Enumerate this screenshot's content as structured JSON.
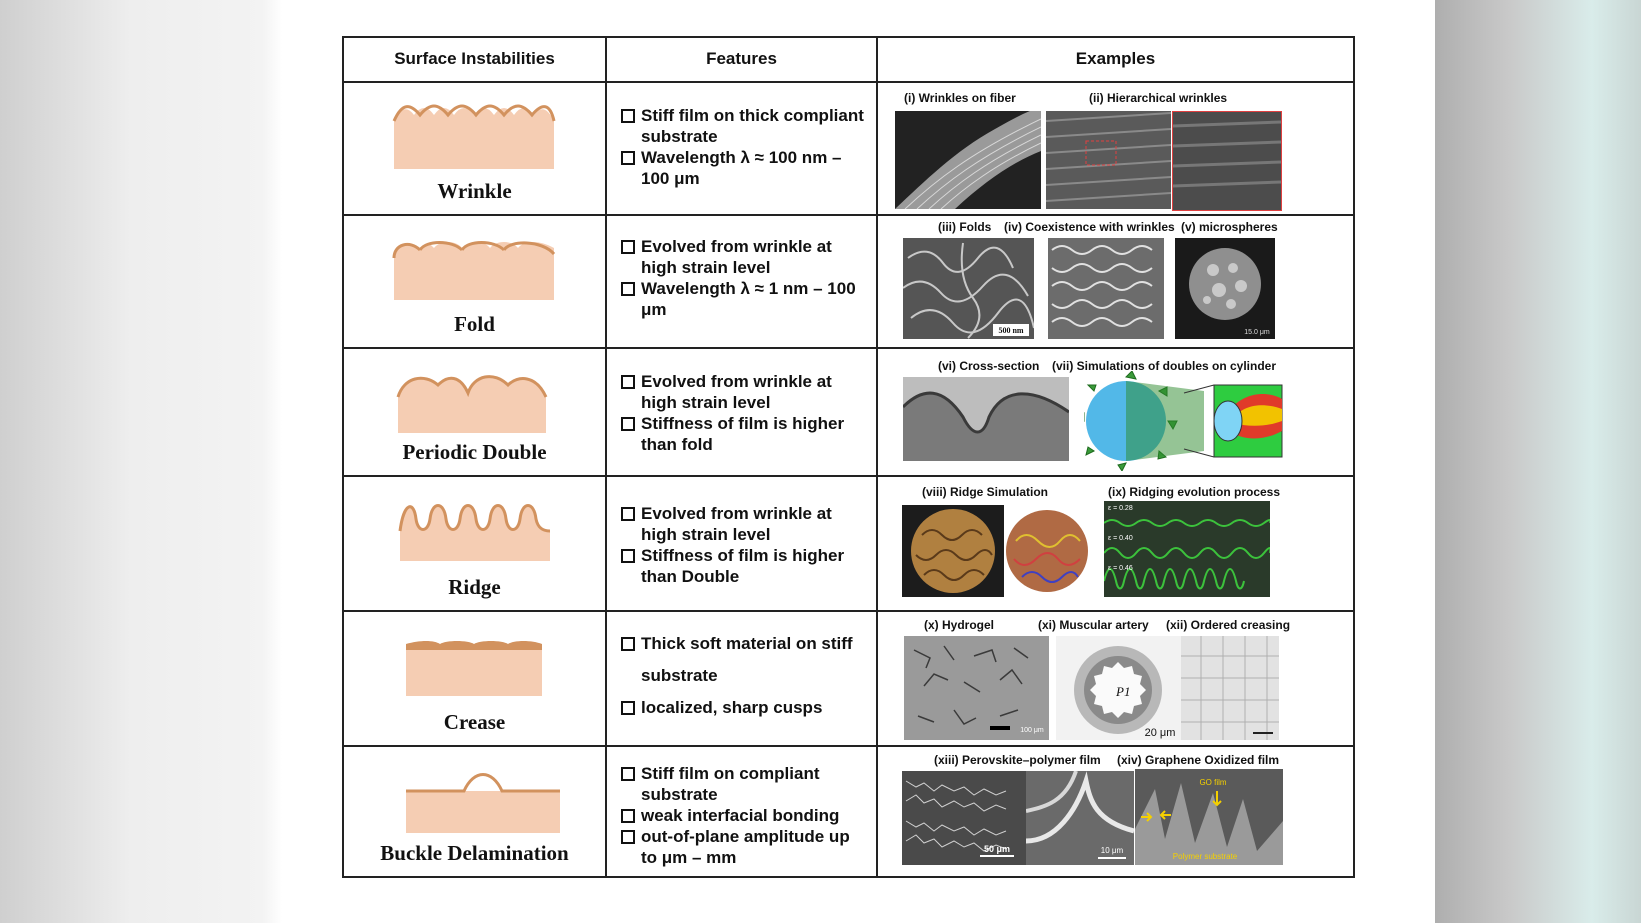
{
  "headers": [
    "Surface Instabilities",
    "Features",
    "Examples"
  ],
  "rows": [
    {
      "name": "Wrinkle",
      "features": [
        "Stiff film on thick compliant substrate",
        "Wavelength λ ≈ 100 nm – 100 μm"
      ],
      "captions": [
        "(i) Wrinkles on fiber",
        "(ii) Hierarchical wrinkles"
      ]
    },
    {
      "name": "Fold",
      "features": [
        "Evolved from wrinkle at high strain level",
        "Wavelength λ ≈ 1 nm – 100 μm"
      ],
      "captions": [
        "(iii) Folds",
        "(iv) Coexistence with wrinkles",
        "(v) microspheres"
      ],
      "scales": [
        "500 nm",
        "15.0 μm"
      ]
    },
    {
      "name": "Periodic Double",
      "features": [
        "Evolved from wrinkle at high strain level",
        "Stiffness of film is higher than fold"
      ],
      "captions": [
        "(vi) Cross-section",
        "(vii) Simulations of doubles on cylinder"
      ]
    },
    {
      "name": "Ridge",
      "features": [
        "Evolved from wrinkle at high strain level",
        "Stiffness of film is higher than Double"
      ],
      "captions": [
        "(viii) Ridge Simulation",
        "(ix) Ridging evolution process"
      ],
      "strains": [
        "ε = 0.28",
        "ε = 0.40",
        "ε = 0.46"
      ]
    },
    {
      "name": "Crease",
      "features": [
        "Thick soft material on stiff substrate",
        "localized, sharp cusps"
      ],
      "captions": [
        "(x) Hydrogel",
        "(xi) Muscular artery",
        "(xii) Ordered creasing"
      ],
      "scales": [
        "100 μm",
        "20 μm"
      ],
      "artery_label": "P1"
    },
    {
      "name": "Buckle Delamination",
      "features": [
        "Stiff film on compliant substrate",
        "weak interfacial bonding",
        "out-of-plane amplitude up to μm – mm"
      ],
      "captions": [
        "(xiii) Perovskite–polymer film",
        "(xiv) Graphene Oxidized film"
      ],
      "scales": [
        "50 μm",
        "10 μm"
      ],
      "go_labels": [
        "GO film",
        "Polymer substrate"
      ]
    }
  ],
  "colors": {
    "substrate": "#f5cdb3",
    "film": "#d2925e",
    "border": "#222222"
  }
}
